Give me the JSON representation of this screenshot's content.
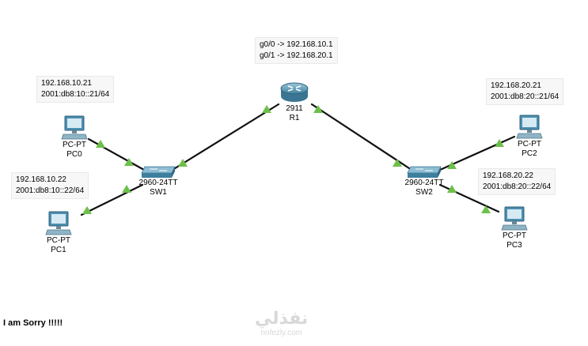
{
  "router": {
    "name": "R1",
    "model": "2911",
    "config_lines": [
      "g0/0 -> 192.168.10.1",
      "g0/1 -> 192.168.20.1"
    ]
  },
  "switches": [
    {
      "name": "SW1",
      "model": "2960-24TT"
    },
    {
      "name": "SW2",
      "model": "2960-24TT"
    }
  ],
  "pcs": [
    {
      "name": "PC0",
      "model": "PC-PT",
      "ipv4": "192.168.10.21",
      "ipv6": "2001:db8:10::21/64"
    },
    {
      "name": "PC1",
      "model": "PC-PT",
      "ipv4": "192.168.10.22",
      "ipv6": "2001:db8:10::22/64"
    },
    {
      "name": "PC2",
      "model": "PC-PT",
      "ipv4": "192.168.20.21",
      "ipv6": "2001:db8:20::21/64"
    },
    {
      "name": "PC3",
      "model": "PC-PT",
      "ipv4": "192.168.20.22",
      "ipv6": "2001:db8:20::22/64"
    }
  ],
  "footer_text": "I am Sorry !!!!!",
  "watermark": {
    "arabic": "نفذلي",
    "latin": "nofezly.com"
  },
  "colors": {
    "link": "#111111",
    "port_status": "#6cc04a",
    "device": "#5a9ab5",
    "monitor": "#4d8fb0"
  }
}
